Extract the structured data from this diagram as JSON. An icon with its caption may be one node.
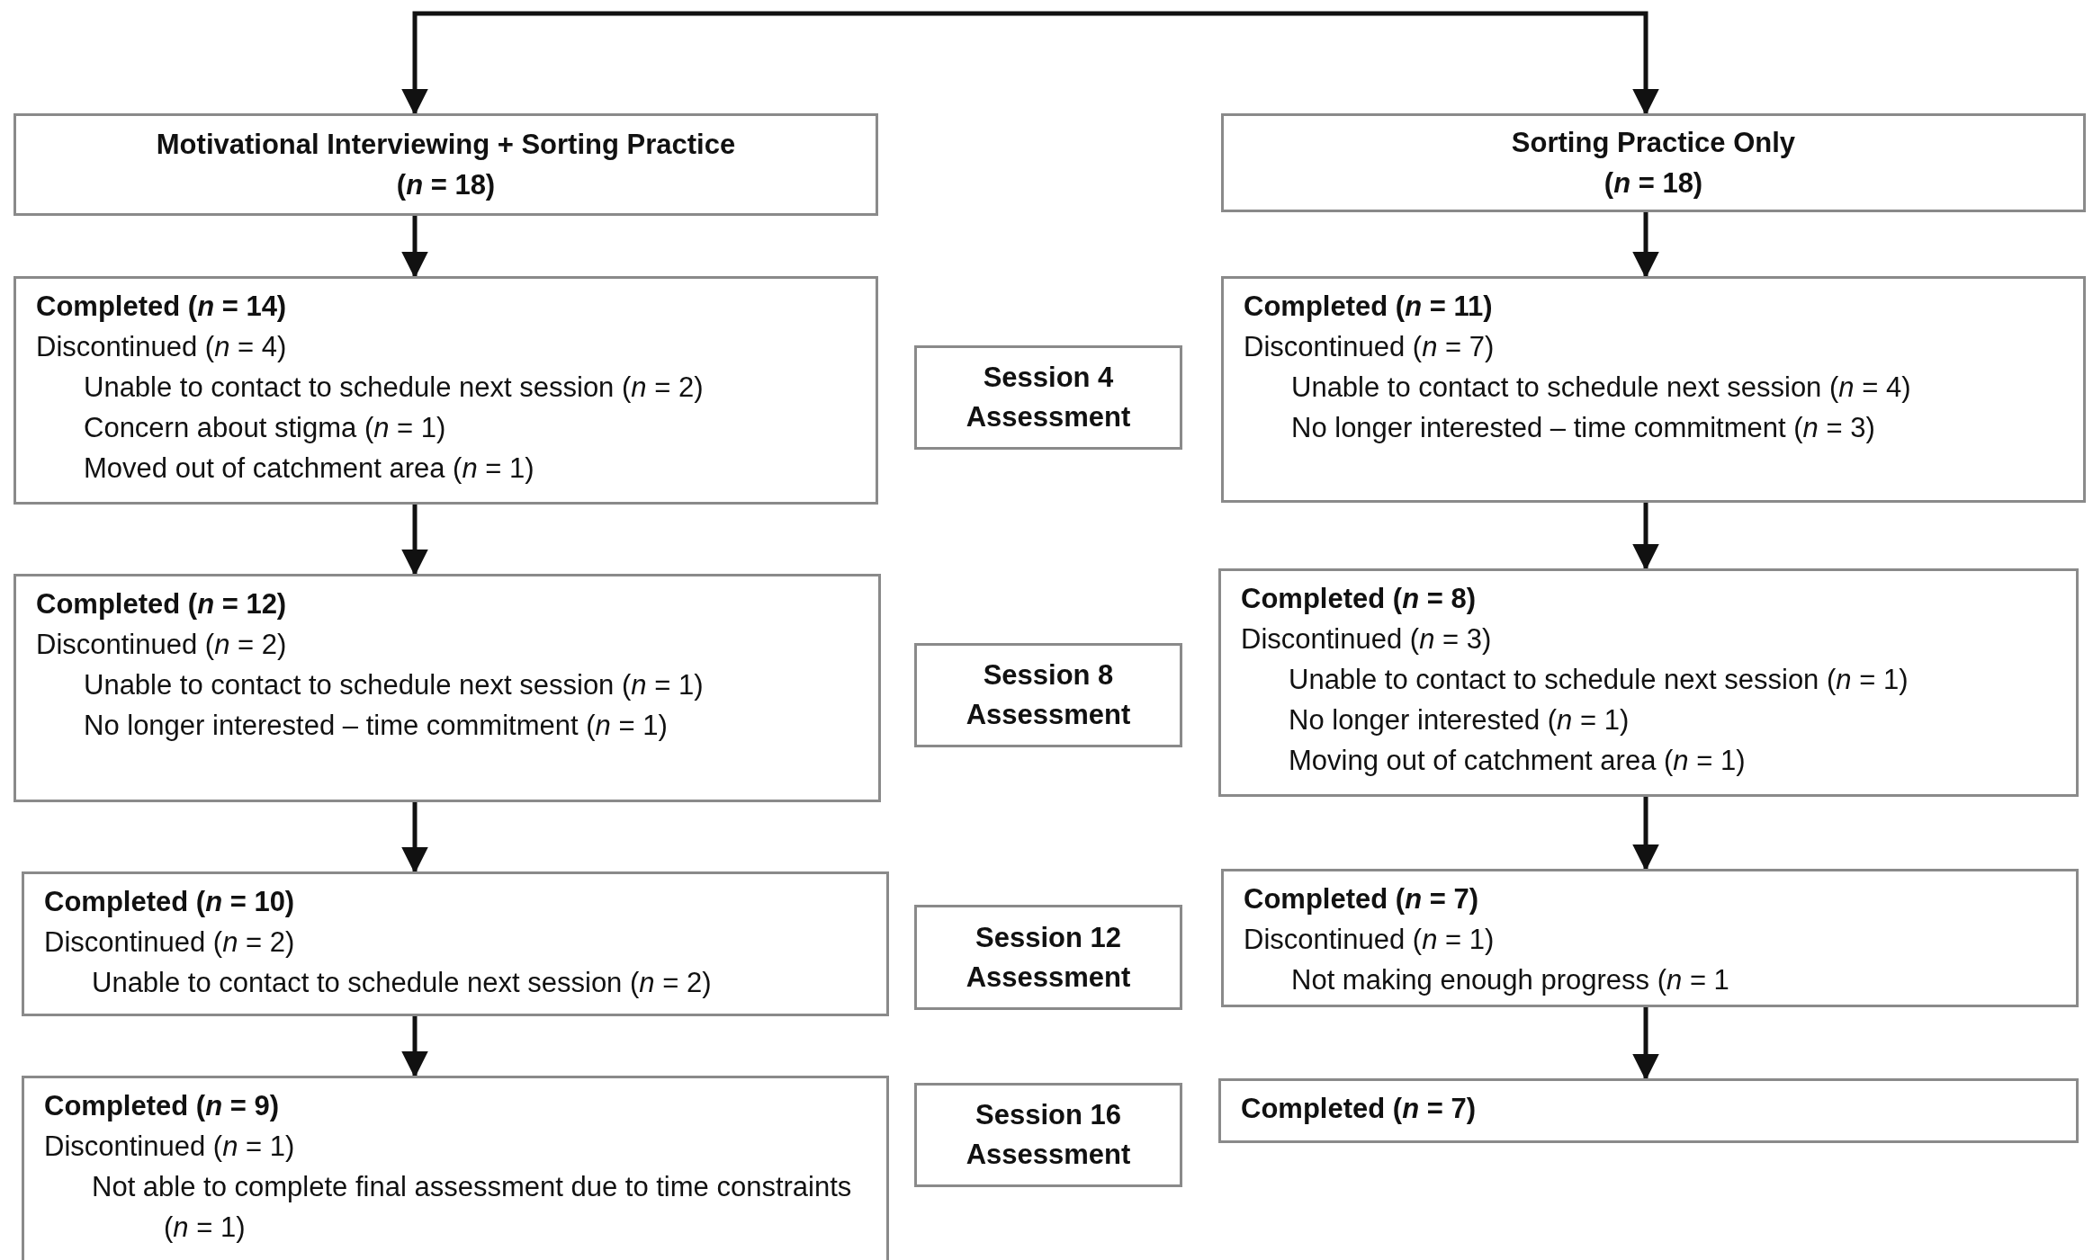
{
  "diagram": {
    "nodes": [
      {
        "text": [
          "Motivational Interviewing + Sorting Practice",
          "(*n* = 18)"
        ]
      },
      {
        "text": [
          "Sorting Practice Only",
          "(*n* = 18)"
        ]
      },
      {
        "text": [
          "Completed (*n* = 14)",
          "Discontinued (*n* = 4)",
          "Unable to contact to schedule next session (*n* = 2)",
          "Concern about stigma (*n* = 1)",
          "Moved out of catchment area (*n* = 1)"
        ]
      },
      {
        "text": [
          "Session 4 Assessment"
        ]
      },
      {
        "text": [
          "Completed (*n* = 11)",
          "Discontinued (*n* = 7)",
          "Unable to contact to schedule next session (*n* = 4)",
          "No longer interested – time commitment (*n* = 3)"
        ]
      },
      {
        "text": [
          "Completed (*n* = 12)",
          "Discontinued (*n* = 2)",
          "Unable to contact to schedule next session (*n* = 1)",
          "No longer interested – time commitment (*n* = 1)"
        ]
      },
      {
        "text": [
          "Session 8 Assessment"
        ]
      },
      {
        "text": [
          "Completed (*n* = 8)",
          "Discontinued (*n* = 3)",
          "Unable to contact to schedule next session (*n* = 1)",
          "No longer interested (*n* = 1)",
          "Moving out of catchment area (*n* = 1)"
        ]
      },
      {
        "text": [
          "Completed (*n* = 10)",
          "Discontinued (*n* = 2)",
          "Unable to contact to schedule next session (*n* = 2)"
        ]
      },
      {
        "text": [
          "Session 12 Assessment"
        ]
      },
      {
        "text": [
          "Completed (*n* = 7)",
          "Discontinued (*n* = 1)",
          "Not making enough progress (*n* = 1"
        ]
      },
      {
        "text": [
          "Completed (*n* = 9)",
          "Discontinued (*n* = 1)",
          "Not able to complete final assessment due to time constraints (*n* = 1)"
        ]
      },
      {
        "text": [
          "Session 16 Assessment"
        ]
      },
      {
        "text": [
          "Completed (*n* = 7)"
        ]
      }
    ],
    "edges": [
      {
        "from": null,
        "to": 0,
        "arrow": "to"
      },
      {
        "from": null,
        "to": 1,
        "arrow": "to"
      },
      {
        "from": 0,
        "to": 2,
        "arrow": "to"
      },
      {
        "from": 2,
        "to": 5,
        "arrow": "to"
      },
      {
        "from": 5,
        "to": 8,
        "arrow": "to"
      },
      {
        "from": 8,
        "to": 11,
        "arrow": "to"
      },
      {
        "from": 1,
        "to": 4,
        "arrow": "to"
      },
      {
        "from": 4,
        "to": 7,
        "arrow": "to"
      },
      {
        "from": 7,
        "to": 10,
        "arrow": "to"
      },
      {
        "from": 10,
        "to": 13,
        "arrow": "to"
      }
    ]
  }
}
